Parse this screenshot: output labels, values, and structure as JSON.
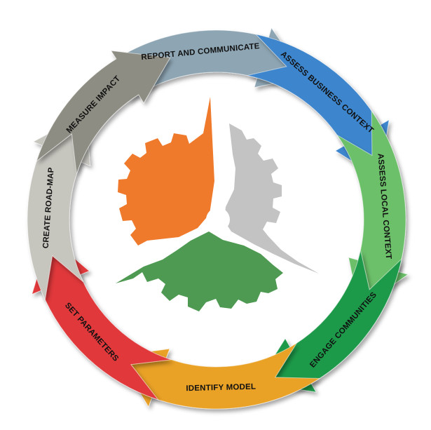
{
  "cycle": {
    "steps": [
      {
        "label": "REPORT AND COMMUNICATE",
        "color": "#8ea6b4"
      },
      {
        "label": "ASSESS BUSINESS CONTEXT",
        "color": "#3e86cd"
      },
      {
        "label": "ASSESS LOCAL CONTEXT",
        "color": "#6cc06a"
      },
      {
        "label": "ENGAGE COMMUNITIES",
        "color": "#1f9a4a"
      },
      {
        "label": "IDENTIFY MODEL",
        "color": "#e9a127"
      },
      {
        "label": "SET PARAMETERS",
        "color": "#e0373a"
      },
      {
        "label": "CREATE ROAD-MAP",
        "color": "#c6c5be"
      },
      {
        "label": "MEASURE IMPACT",
        "color": "#8e8d83"
      }
    ]
  },
  "center": {
    "gears": [
      {
        "name": "orange-gear",
        "color": "#f07a2c"
      },
      {
        "name": "gray-gear",
        "color": "#c3c3c3"
      },
      {
        "name": "green-gear",
        "color": "#4f9a52"
      }
    ]
  }
}
